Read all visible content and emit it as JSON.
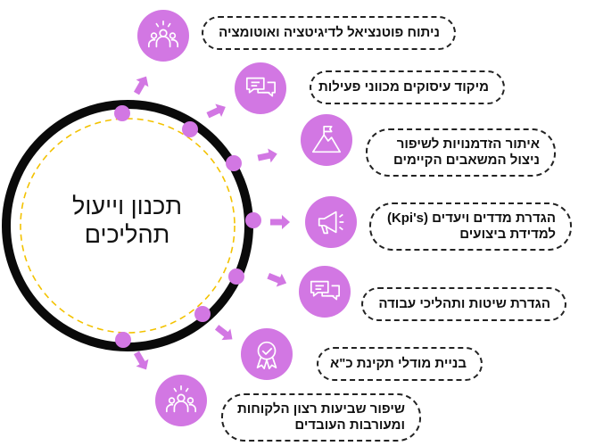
{
  "center": {
    "line1": "תכנון וייעול",
    "line2": "תהליכים"
  },
  "items": [
    {
      "lines": [
        "ניתוח פוטנציאל  לדיגיטציה ואוטומציה"
      ],
      "icon": "people-icon"
    },
    {
      "lines": [
        "מיקוד עיסוקים מכווני פעילות"
      ],
      "icon": "chat-bubbles-icon"
    },
    {
      "lines": [
        "איתור הזדמנויות לשיפור",
        "ניצול המשאבים הקיימים"
      ],
      "icon": "mountain-flag-icon"
    },
    {
      "lines": [
        "הגדרת מדדים ויעדים (Kpi's)",
        "למדידת ביצועים"
      ],
      "icon": "megaphone-icon"
    },
    {
      "lines": [
        "הגדרת שיטות  ותהליכי עבודה"
      ],
      "icon": "chat-bubbles-icon"
    },
    {
      "lines": [
        "בניית מודלי תקינת כ\"א"
      ],
      "icon": "award-badge-icon"
    },
    {
      "lines": [
        "שיפור שביעות רצון הלקוחות",
        "ומעורבות העובדים"
      ],
      "icon": "people-icon"
    }
  ],
  "colors": {
    "accent": "#d277e3",
    "ring": "#0a0a0a",
    "inner_ring": "#f3c200"
  }
}
